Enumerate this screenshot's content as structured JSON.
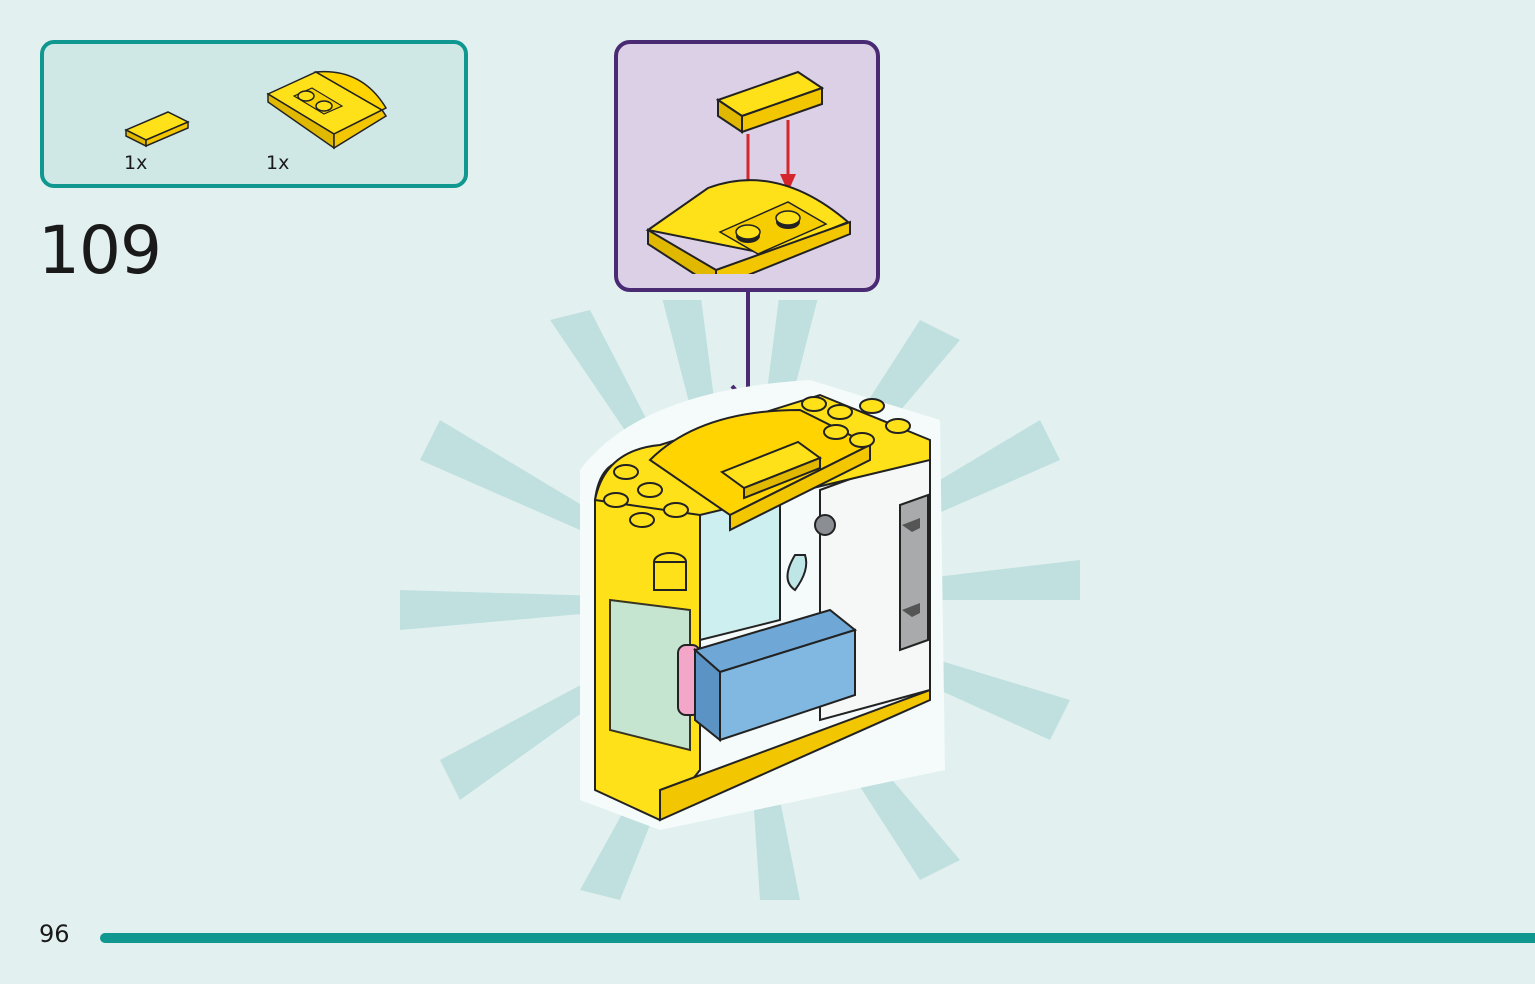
{
  "parts": [
    {
      "name": "yellow-tile-1x2",
      "qty": "1x"
    },
    {
      "name": "yellow-curved-slope",
      "qty": "1x"
    }
  ],
  "step": {
    "number": "109"
  },
  "page": {
    "number": "96"
  },
  "colors": {
    "teal": "#0f9790",
    "purple": "#4a2a72",
    "yellow": "#ffe119",
    "red_arrow": "#d4262c",
    "background": "#e2f1f0"
  }
}
